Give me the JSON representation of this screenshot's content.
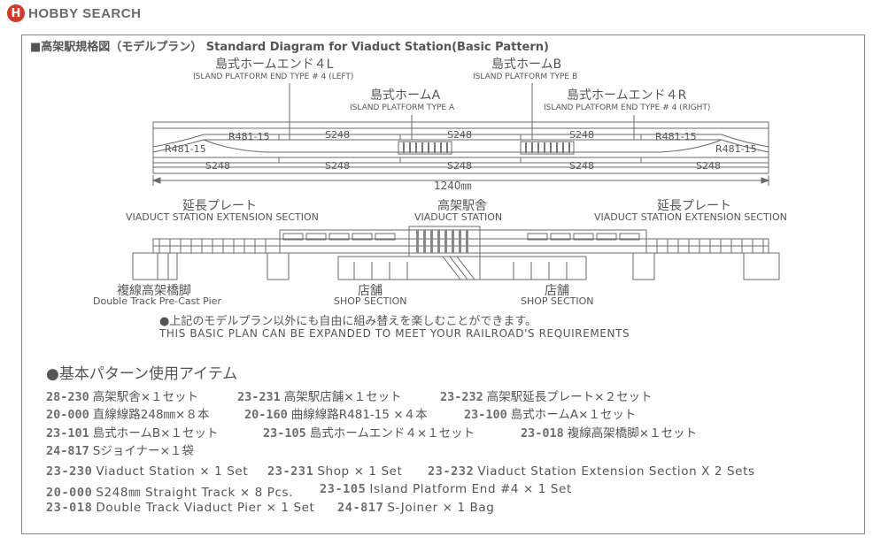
{
  "header": {
    "logo_mark": "H",
    "logo_text": "HOBBY SEARCH"
  },
  "diagram": {
    "title": "■高架駅規格図（モデルプラン） Standard Diagram for Viaduct Station(Basic Pattern)",
    "labels": {
      "end4l_ja": "島式ホームエンド４L",
      "end4l_en": "ISLAND PLATFORM END TYPE # 4 (LEFT)",
      "platb_ja": "島式ホームB",
      "platb_en": "ISLAND PLATFORM TYPE B",
      "plata_ja": "島式ホームA",
      "plata_en": "ISLAND PLATFORM TYPE A",
      "end4r_ja": "島式ホームエンド４R",
      "end4r_en": "ISLAND PLATFORM END TYPE # 4 (RIGHT)",
      "ext_left_ja": "延長プレート",
      "ext_left_en": "VIADUCT STATION EXTENSION SECTION",
      "station_ja": "高架駅舎",
      "station_en": "VIADUCT STATION",
      "ext_right_ja": "延長プレート",
      "ext_right_en": "VIADUCT STATION EXTENSION SECTION",
      "pier_ja": "複線高架橋脚",
      "pier_en": "Double Track Pre-Cast Pier",
      "shop1_ja": "店舗",
      "shop1_en": "SHOP SECTION",
      "shop2_ja": "店舗",
      "shop2_en": "SHOP SECTION",
      "dimension": "1240㎜"
    },
    "track_labels": {
      "r_far_left": "R481-15",
      "r_left": "R481-15",
      "s_top_1": "S248",
      "s_top_2": "S248",
      "s_top_3": "S248",
      "r_right": "R481-15",
      "r_far_right": "R481-15",
      "s_bot_1": "S248",
      "s_bot_2": "S248",
      "s_bot_3": "S248",
      "s_bot_4": "S248",
      "s_bot_5": "S248"
    },
    "note_ja": "●上記のモデルプラン以外にも自由に組み替えを楽しむことができます。",
    "note_en": "THIS BASIC PLAN CAN BE EXPANDED TO MEET YOUR RAILROAD'S REQUIREMENTS"
  },
  "items": {
    "title": "●基本パターン使用アイテム",
    "ja": [
      [
        {
          "code": "28-230",
          "text": "高架駅舎×１セット"
        },
        {
          "code": "23-231",
          "text": "高架駅店舗×１セット"
        },
        {
          "code": "23-232",
          "text": "高架駅延長プレート×２セット"
        }
      ],
      [
        {
          "code": "20-000",
          "text": "直線線路248㎜×８本"
        },
        {
          "code": "20-160",
          "text": "曲線線路R481-15 ×４本"
        },
        {
          "code": "23-100",
          "text": "島式ホームA×１セット"
        }
      ],
      [
        {
          "code": "23-101",
          "text": "島式ホームB×１セット"
        },
        {
          "code": "23-105",
          "text": "島式ホームエンド４×１セット"
        },
        {
          "code": "23-018",
          "text": "複線高架橋脚×１セット"
        }
      ],
      [
        {
          "code": "24-817",
          "text": "Sジョイナー×１袋"
        }
      ]
    ],
    "en": [
      [
        {
          "code": "23-230",
          "text": "Viaduct  Station  ×  1  Set"
        },
        {
          "code": "23-231",
          "text": "Shop  ×  1  Set"
        },
        {
          "code": "23-232",
          "text": "Viaduct  Station  Extension  Section   X  2  Sets"
        }
      ],
      [
        {
          "code": "20-000",
          "text": "S248㎜  Straight  Track  ×  8  Pcs."
        },
        {
          "code": "23-105",
          "text": "Island  Platform  End  #4  ×  1  Set"
        }
      ],
      [
        {
          "code": "23-018",
          "text": "Double  Track  Viaduct  Pier  ×  1  Set"
        },
        {
          "code": "24-817",
          "text": "S-Joiner  ×  1  Bag"
        }
      ]
    ]
  }
}
